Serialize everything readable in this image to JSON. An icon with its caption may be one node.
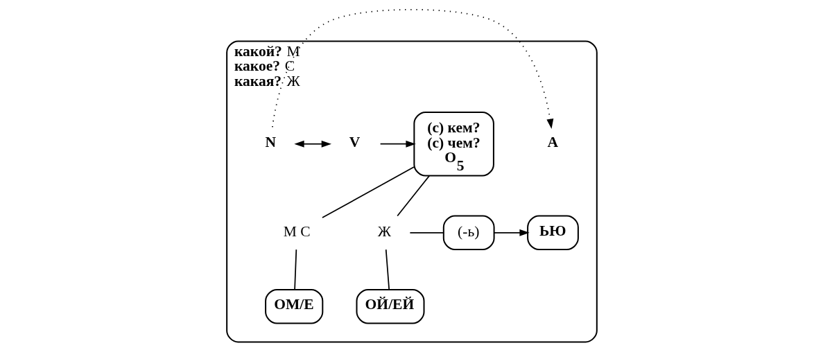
{
  "diagram": {
    "nodes": [
      {
        "text": [
          "**какой?** М",
          "**какое?** С",
          "**какая?** Ж"
        ]
      },
      {
        "text": [
          "A"
        ],
        "in": 0
      },
      {
        "text": [
          "N"
        ],
        "in": 0
      },
      {
        "text": [
          "V"
        ],
        "in": 0
      },
      {
        "text": [
          "(с) кем? (с) чем? О$_{5}$"
        ],
        "in": 0
      },
      {
        "text": [
          "М С"
        ],
        "in": 0
      },
      {
        "text": [
          "Ж"
        ],
        "in": 0
      },
      {
        "text": [
          "(-ь)"
        ],
        "in": 0
      },
      {
        "text": [
          "ЬЮ"
        ],
        "in": 0
      },
      {
        "text": [
          "ОМ/Е"
        ],
        "in": 0
      },
      {
        "text": [
          "ОЙ/ЕЙ"
        ],
        "in": 0
      }
    ],
    "edges": [
      {
        "from": 2,
        "to": 1,
        "arrow": "to",
        "style": "dashed"
      },
      {
        "from": 2,
        "to": 3,
        "arrow": "both"
      },
      {
        "from": 3,
        "to": 4,
        "arrow": "to"
      },
      {
        "from": 4,
        "to": 5,
        "arrow": "none"
      },
      {
        "from": 4,
        "to": 6,
        "arrow": "none"
      },
      {
        "from": 5,
        "to": 9,
        "arrow": "none"
      },
      {
        "from": 6,
        "to": 10,
        "arrow": "none"
      },
      {
        "from": 6,
        "to": 7,
        "arrow": "none"
      },
      {
        "from": 7,
        "to": 8,
        "arrow": "to"
      }
    ]
  }
}
